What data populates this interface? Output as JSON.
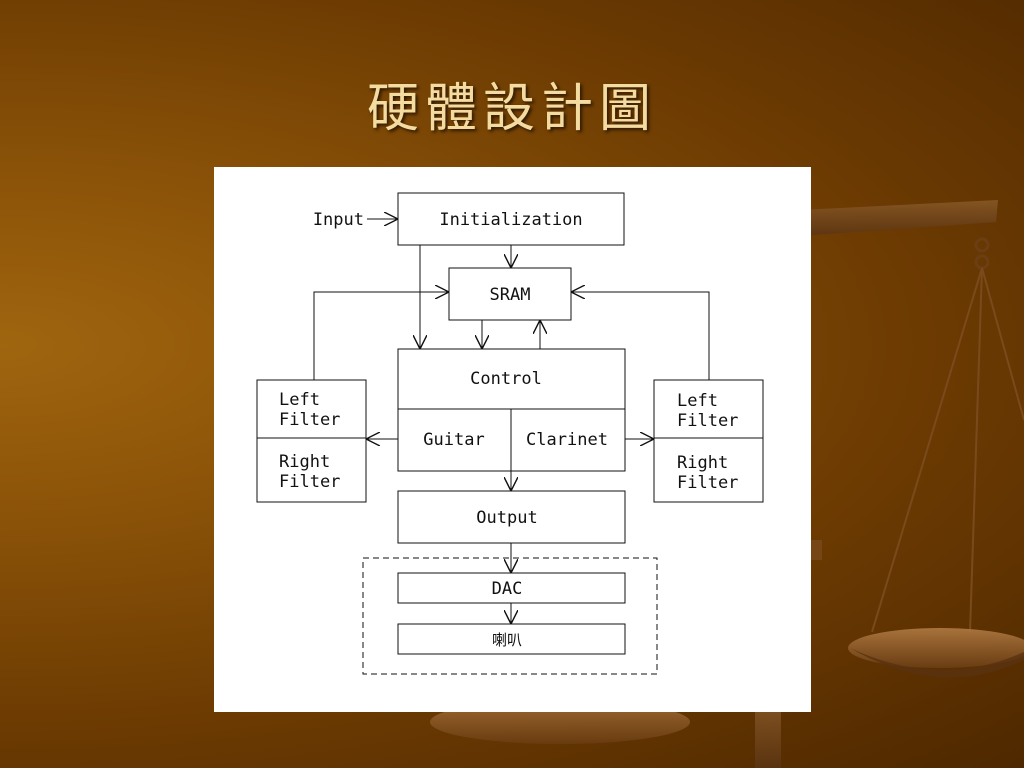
{
  "slide": {
    "title": "硬體設計圖"
  },
  "diagram": {
    "input": "Input",
    "initialization": "Initialization",
    "sram": "SRAM",
    "control": "Control",
    "guitar": "Guitar",
    "clarinet": "Clarinet",
    "output": "Output",
    "dac": "DAC",
    "speaker": "喇叭",
    "left_filter_box": {
      "top": [
        "Left",
        "Filter"
      ],
      "bottom": [
        "Right",
        "Filter"
      ]
    },
    "right_filter_box": {
      "top": [
        "Left",
        "Filter"
      ],
      "bottom": [
        "Right",
        "Filter"
      ]
    }
  },
  "colors": {
    "title": "#f4dca0",
    "background": "#8a5208",
    "panel": "#ffffff"
  }
}
